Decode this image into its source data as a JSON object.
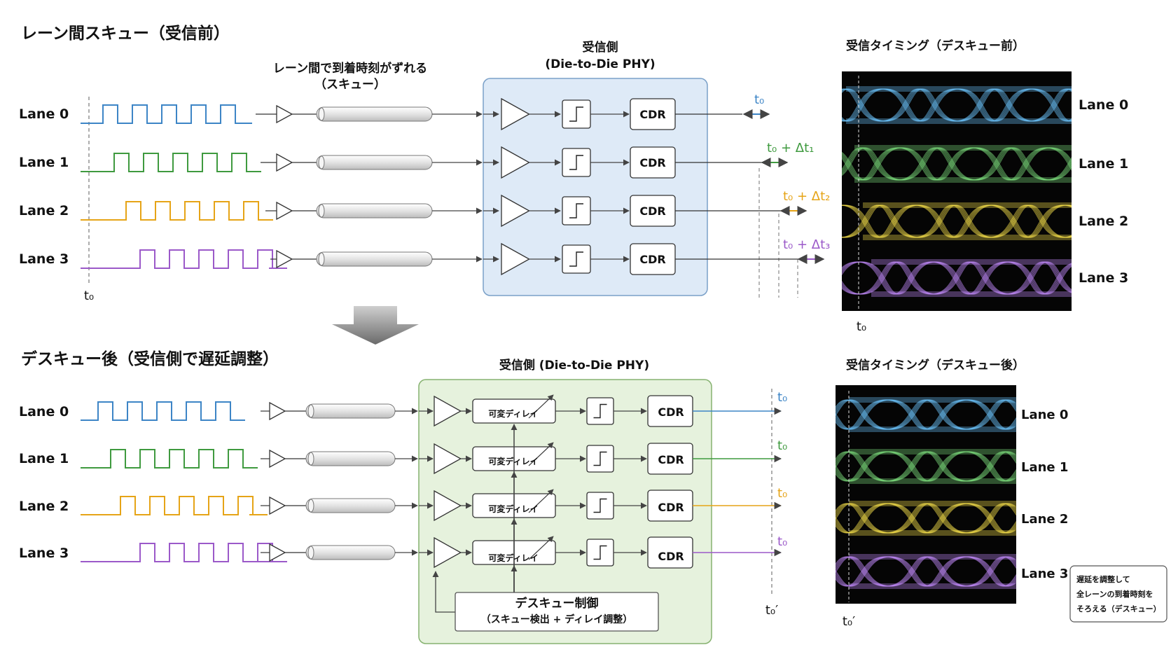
{
  "colors": {
    "lane0": "#3d85c6",
    "lane1": "#3f9a3f",
    "lane2": "#e6a417",
    "lane3": "#9b59c9",
    "phy_top_fill": "#deeaf7",
    "phy_top_stroke": "#7aa0c8",
    "phy_bottom_fill": "#e6f2dd",
    "phy_bottom_stroke": "#86b270",
    "eye_bg": "#050505",
    "eye0": "#6ec6ff",
    "eye1": "#7ee07e",
    "eye2": "#f5e04a",
    "eye3": "#c58cff"
  },
  "top": {
    "title": "レーン間スキュー（受信前）",
    "skew_label_line1": "レーン間で到着時刻がずれる",
    "skew_label_line2": "（スキュー）",
    "phy_label_line1": "受信側",
    "phy_label_line2": "(Die-to-Die PHY)",
    "lanes": [
      "Lane 0",
      "Lane 1",
      "Lane 2",
      "Lane 3"
    ],
    "cdr_label": "CDR",
    "t0_label": "t₀",
    "arrival_labels": [
      "t₀",
      "t₀ + Δt₁",
      "t₀ + Δt₂",
      "t₀ + Δt₃"
    ]
  },
  "top_eye": {
    "title": "受信タイミング（デスキュー前）",
    "lanes": [
      "Lane 0",
      "Lane 1",
      "Lane 2",
      "Lane 3"
    ],
    "t0_label": "t₀"
  },
  "bottom": {
    "title": "デスキュー後（受信側で遅延調整）",
    "phy_label": "受信側 (Die-to-Die PHY)",
    "lanes": [
      "Lane 0",
      "Lane 1",
      "Lane 2",
      "Lane 3"
    ],
    "delay_label": "可変ディレイ",
    "cdr_label": "CDR",
    "arrival_labels": [
      "t₀",
      "t₀",
      "t₀",
      "t₀"
    ],
    "t0p_label": "t₀′",
    "control_line1": "デスキュー制御",
    "control_line2": "（スキュー検出 + ディレイ調整）"
  },
  "bottom_eye": {
    "title": "受信タイミング（デスキュー後）",
    "lanes": [
      "Lane 0",
      "Lane 1",
      "Lane 2",
      "Lane 3"
    ],
    "t0p_label": "t₀′"
  },
  "note": {
    "line1": "遅延を調整して",
    "line2": "全レーンの到着時刻を",
    "line3": "そろえる（デスキュー）"
  }
}
